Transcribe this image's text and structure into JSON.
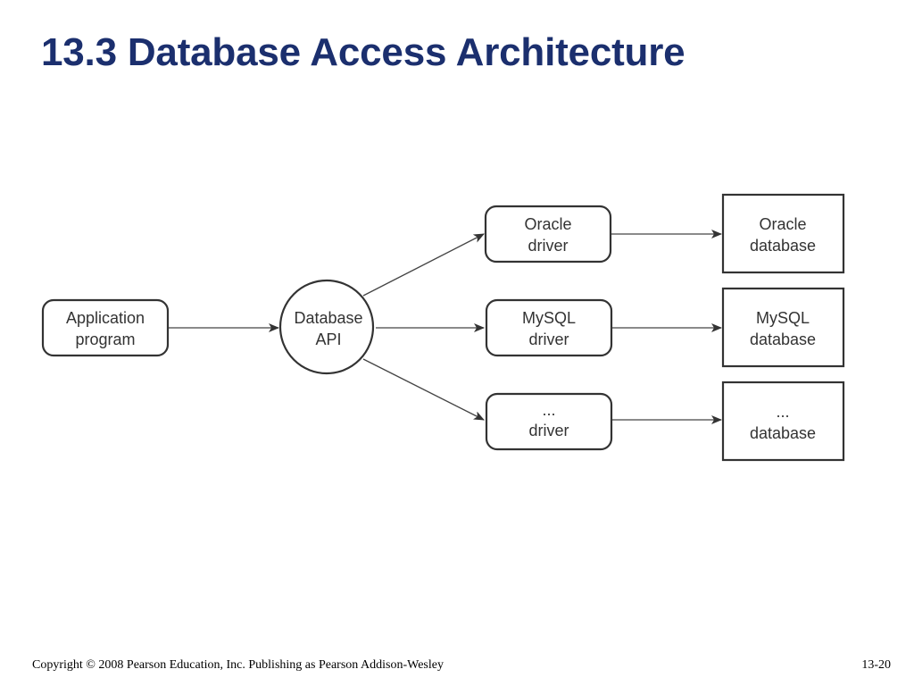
{
  "slide": {
    "title": "13.3 Database Access Architecture"
  },
  "diagram": {
    "nodes": {
      "application_program": {
        "line1": "Application",
        "line2": "program"
      },
      "database_api": {
        "line1": "Database",
        "line2": "API"
      },
      "oracle_driver": {
        "line1": "Oracle",
        "line2": "driver"
      },
      "mysql_driver": {
        "line1": "MySQL",
        "line2": "driver"
      },
      "other_driver": {
        "line1": "...",
        "line2": "driver"
      },
      "oracle_database": {
        "line1": "Oracle",
        "line2": "database"
      },
      "mysql_database": {
        "line1": "MySQL",
        "line2": "database"
      },
      "other_database": {
        "line1": "...",
        "line2": "database"
      }
    }
  },
  "footer": {
    "copyright": "Copyright © 2008 Pearson Education, Inc. Publishing as Pearson Addison-Wesley",
    "page_number": "13-20"
  }
}
